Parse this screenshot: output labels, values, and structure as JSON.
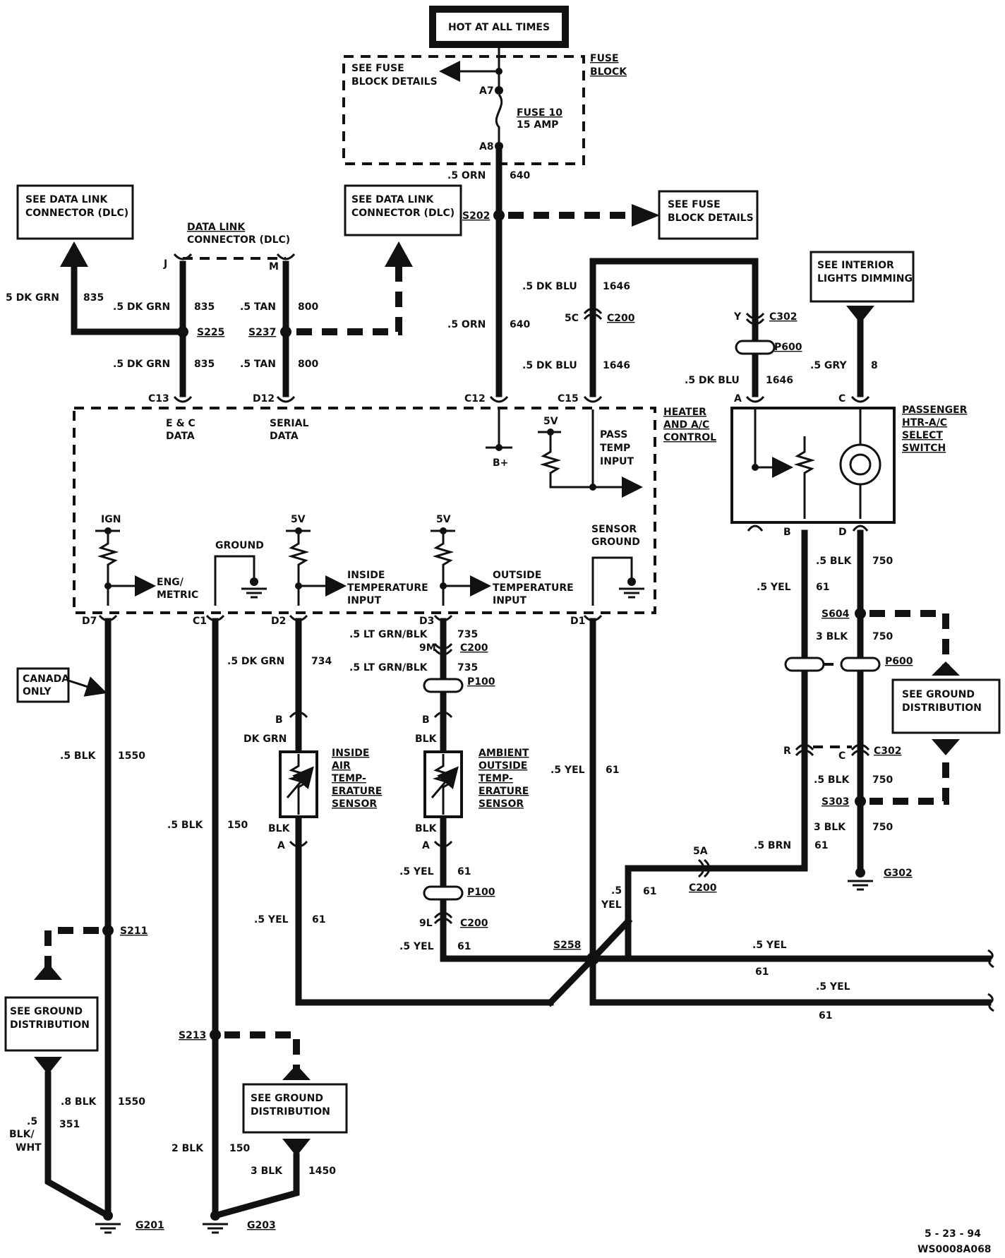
{
  "header": {
    "power_label": "HOT AT ALL TIMES"
  },
  "fuse_block": {
    "title_1": "FUSE",
    "title_2": "BLOCK",
    "see_1": "SEE FUSE",
    "see_2": "BLOCK DETAILS",
    "pin_in": "A7",
    "pin_out": "A8",
    "fuse_1": "FUSE 10",
    "fuse_2": "15 AMP"
  },
  "refs": {
    "dlc_left_1": "SEE DATA LINK",
    "dlc_left_2": "CONNECTOR (DLC)",
    "dlc_mid_1": "SEE DATA LINK",
    "dlc_mid_2": "CONNECTOR (DLC)",
    "fuse_right_1": "SEE FUSE",
    "fuse_right_2": "BLOCK DETAILS",
    "lights_1": "SEE INTERIOR",
    "lights_2": "LIGHTS DIMMING",
    "ground_right_1": "SEE GROUND",
    "ground_right_2": "DISTRIBUTION",
    "ground_left_1": "SEE GROUND",
    "ground_left_2": "DISTRIBUTION",
    "ground_mid_1": "SEE GROUND",
    "ground_mid_2": "DISTRIBUTION",
    "canada_1": "CANADA",
    "canada_2": "ONLY"
  },
  "dlc": {
    "title_1": "DATA LINK",
    "title_2": "CONNECTOR (DLC)",
    "pin_j": "J",
    "pin_m": "M"
  },
  "wires": {
    "orn_a": ".5 ORN",
    "orn_a_num": "640",
    "orn_b": ".5 ORN",
    "orn_b_num": "640",
    "dkgrn_left": "5 DK GRN",
    "dkgrn_left_num": "835",
    "dkgrn_1": ".5 DK GRN",
    "dkgrn_1_num": "835",
    "dkgrn_2": ".5 DK GRN",
    "dkgrn_2_num": "835",
    "tan_1": ".5 TAN",
    "tan_1_num": "800",
    "tan_2": ".5 TAN",
    "tan_2_num": "800",
    "dkblu_1": ".5 DK BLU",
    "dkblu_1_num": "1646",
    "dkblu_2": ".5 DK BLU",
    "dkblu_2_num": "1646",
    "dkblu_3": ".5 DK BLU",
    "dkblu_3_num": "1646",
    "gry": ".5 GRY",
    "gry_num": "8",
    "blk_750_a": ".5 BLK",
    "blk_750_a_num": "750",
    "yel_61_a": ".5 YEL",
    "yel_61_a_num": "61",
    "blk_750_b": "3 BLK",
    "blk_750_b_num": "750",
    "blk_750_c": ".5 BLK",
    "blk_750_c_num": "750",
    "blk_750_d": "3 BLK",
    "blk_750_d_num": "750",
    "brn": ".5 BRN",
    "brn_num": "61",
    "ltgrn_1": ".5 LT GRN/BLK",
    "ltgrn_1_num": "735",
    "ltgrn_2": ".5 LT GRN/BLK",
    "ltgrn_2_num": "735",
    "dkgrn_734": ".5 DK GRN",
    "dkgrn_734_num": "734",
    "blk_1550": ".5 BLK",
    "blk_1550_num": "1550",
    "blk_150": ".5 BLK",
    "blk_150_num": "150",
    "yel_d1": ".5 YEL",
    "yel_d1_num": "61",
    "yel_inside": ".5 YEL",
    "yel_inside_num": "61",
    "yel_amb_a": ".5 YEL",
    "yel_amb_a_num": "61",
    "yel_amb_b": ".5 YEL",
    "yel_amb_b_num": "61",
    "yel_up_1": ".5",
    "yel_up_2": "YEL",
    "yel_up_num": "61",
    "yel_out_a": ".5 YEL",
    "yel_out_a_num": "61",
    "yel_out_b": ".5 YEL",
    "yel_out_b_num": "61",
    "blk_1550_b": ".8 BLK",
    "blk_1550_b_num": "1550",
    "bw_1": ".5",
    "bw_2": "BLK/",
    "bw_3": "WHT",
    "bw_num": "351",
    "blk_150_b": "2 BLK",
    "blk_150_b_num": "150",
    "blk_1450": "3 BLK",
    "blk_1450_num": "1450"
  },
  "splices": {
    "s202": "S202",
    "s225": "S225",
    "s237": "S237",
    "s604": "S604",
    "s303": "S303",
    "s258": "S258",
    "s211": "S211",
    "s213": "S213"
  },
  "connectors": {
    "c200_5c": "5C",
    "c200_a": "C200",
    "c302_y": "Y",
    "c302_a": "C302",
    "p600_a": "P600",
    "p600_b": "P600",
    "c302_c": "C",
    "c302_r": "R",
    "c302_b": "C302",
    "c200_9m": "9M",
    "c200_b": "C200",
    "p100_a": "P100",
    "p100_b": "P100",
    "c200_9l": "9L",
    "c200_c": "C200",
    "c200_5a": "5A",
    "c200_d": "C200",
    "pin_b_in": "B",
    "pin_a_in": "A",
    "pin_b_amb": "B",
    "pin_a_amb": "A",
    "pin_dkgrn": "DK GRN",
    "pin_blk_in": "BLK",
    "pin_blk_amb_top": "BLK",
    "pin_blk_amb_bot": "BLK"
  },
  "hvac": {
    "title_1": "HEATER",
    "title_2": "AND A/C",
    "title_3": "CONTROL",
    "c13": "C13",
    "d12": "D12",
    "c12": "C12",
    "c15": "C15",
    "ec_1": "E & C",
    "ec_2": "DATA",
    "sd_1": "SERIAL",
    "sd_2": "DATA",
    "bplus": "B+",
    "v5_a": "5V",
    "pass_1": "PASS",
    "pass_2": "TEMP",
    "pass_3": "INPUT",
    "ign": "IGN",
    "eng_1": "ENG/",
    "eng_2": "METRIC",
    "ground": "GROUND",
    "v5_b": "5V",
    "inside_1": "INSIDE",
    "inside_2": "TEMPERATURE",
    "inside_3": "INPUT",
    "v5_c": "5V",
    "outside_1": "OUTSIDE",
    "outside_2": "TEMPERATURE",
    "outside_3": "INPUT",
    "sg_1": "SENSOR",
    "sg_2": "GROUND",
    "d7": "D7",
    "c1": "C1",
    "d2": "D2",
    "d3": "D3",
    "d1": "D1"
  },
  "switch": {
    "pin_a": "A",
    "pin_c": "C",
    "pin_b": "B",
    "pin_d": "D",
    "title_1": "PASSENGER",
    "title_2": "HTR-A/C",
    "title_3": "SELECT",
    "title_4": "SWITCH"
  },
  "sensors": {
    "inside_1": "INSIDE",
    "inside_2": "AIR",
    "inside_3": "TEMP-",
    "inside_4": "ERATURE",
    "inside_5": "SENSOR",
    "amb_1": "AMBIENT",
    "amb_2": "OUTSIDE",
    "amb_3": "TEMP-",
    "amb_4": "ERATURE",
    "amb_5": "SENSOR"
  },
  "grounds": {
    "g302": "G302",
    "g201": "G201",
    "g203": "G203"
  },
  "footer": {
    "date": "5 - 23 - 94",
    "code": "WS0008A068"
  }
}
